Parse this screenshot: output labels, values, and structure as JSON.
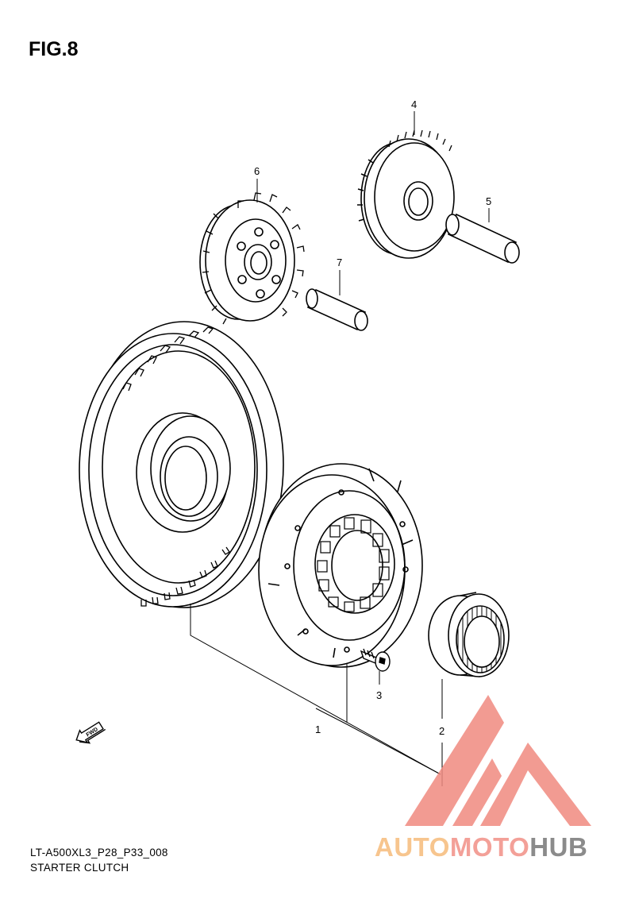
{
  "figure": {
    "title": "FIG.8",
    "model_code": "LT-A500XL3_P28_P33_008",
    "caption": "STARTER CLUTCH"
  },
  "callouts": [
    {
      "id": "1",
      "label": "1",
      "part": "starter clutch assembly"
    },
    {
      "id": "2",
      "label": "2",
      "part": "needle bearing"
    },
    {
      "id": "3",
      "label": "3",
      "part": "bolt"
    },
    {
      "id": "4",
      "label": "4",
      "part": "idle gear"
    },
    {
      "id": "5",
      "label": "5",
      "part": "shaft"
    },
    {
      "id": "6",
      "label": "6",
      "part": "idle gear"
    },
    {
      "id": "7",
      "label": "7",
      "part": "shaft"
    }
  ],
  "direction_marker": {
    "label": "FWD",
    "icon": "forward-arrow-icon"
  },
  "watermark": {
    "text_part1": "AUTO",
    "text_part2": "MOTO",
    "text_part3": "HUB",
    "colors": {
      "part1": "#f7c58e",
      "part2": "#f3a098",
      "part3": "#8b8b8b",
      "logo": "#f08a80"
    }
  }
}
